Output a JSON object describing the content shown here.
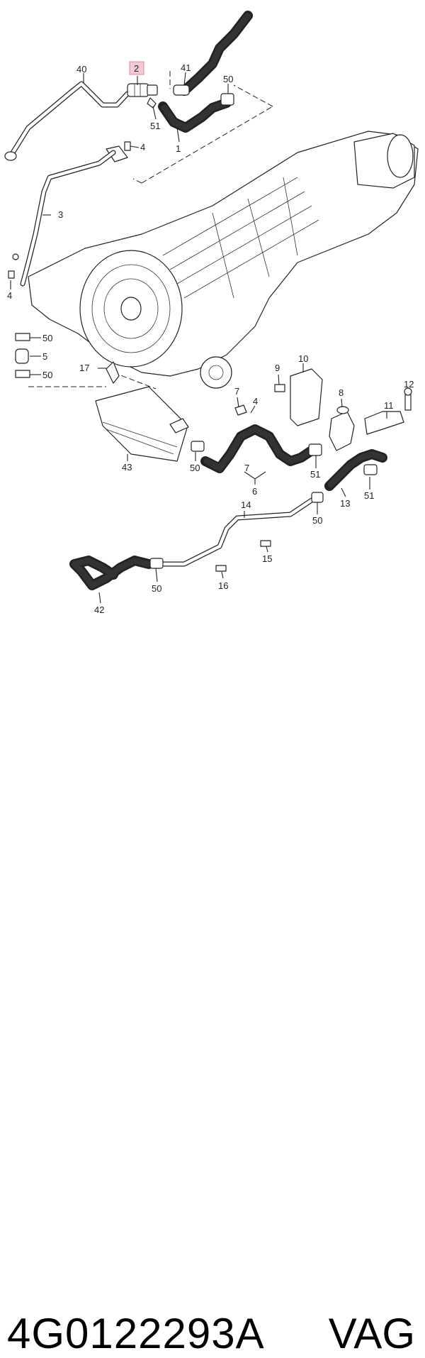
{
  "diagram": {
    "callouts": {
      "c40": "40",
      "c2": "2",
      "c41": "41",
      "c50_top": "50",
      "c51_top": "51",
      "c1": "1",
      "c4_top": "4",
      "c3": "3",
      "c4_left": "4",
      "c50_a": "50",
      "c5": "5",
      "c50_b": "50",
      "c17": "17",
      "c10": "10",
      "c9": "9",
      "c8": "8",
      "c12": "12",
      "c7_top": "7",
      "c4_mid": "4",
      "c11": "11",
      "c43": "43",
      "c50_c": "50",
      "c7_bot": "7",
      "c6": "6",
      "c51_mid": "51",
      "c51_right": "51",
      "c13": "13",
      "c14": "14",
      "c50_d": "50",
      "c15": "15",
      "c16": "16",
      "c50_e": "50",
      "c42": "42"
    },
    "highlighted_callout": "2",
    "highlight_color": "#f6c9d2"
  },
  "footer": {
    "part_number": "4G0122293A",
    "brand": "VAG"
  }
}
